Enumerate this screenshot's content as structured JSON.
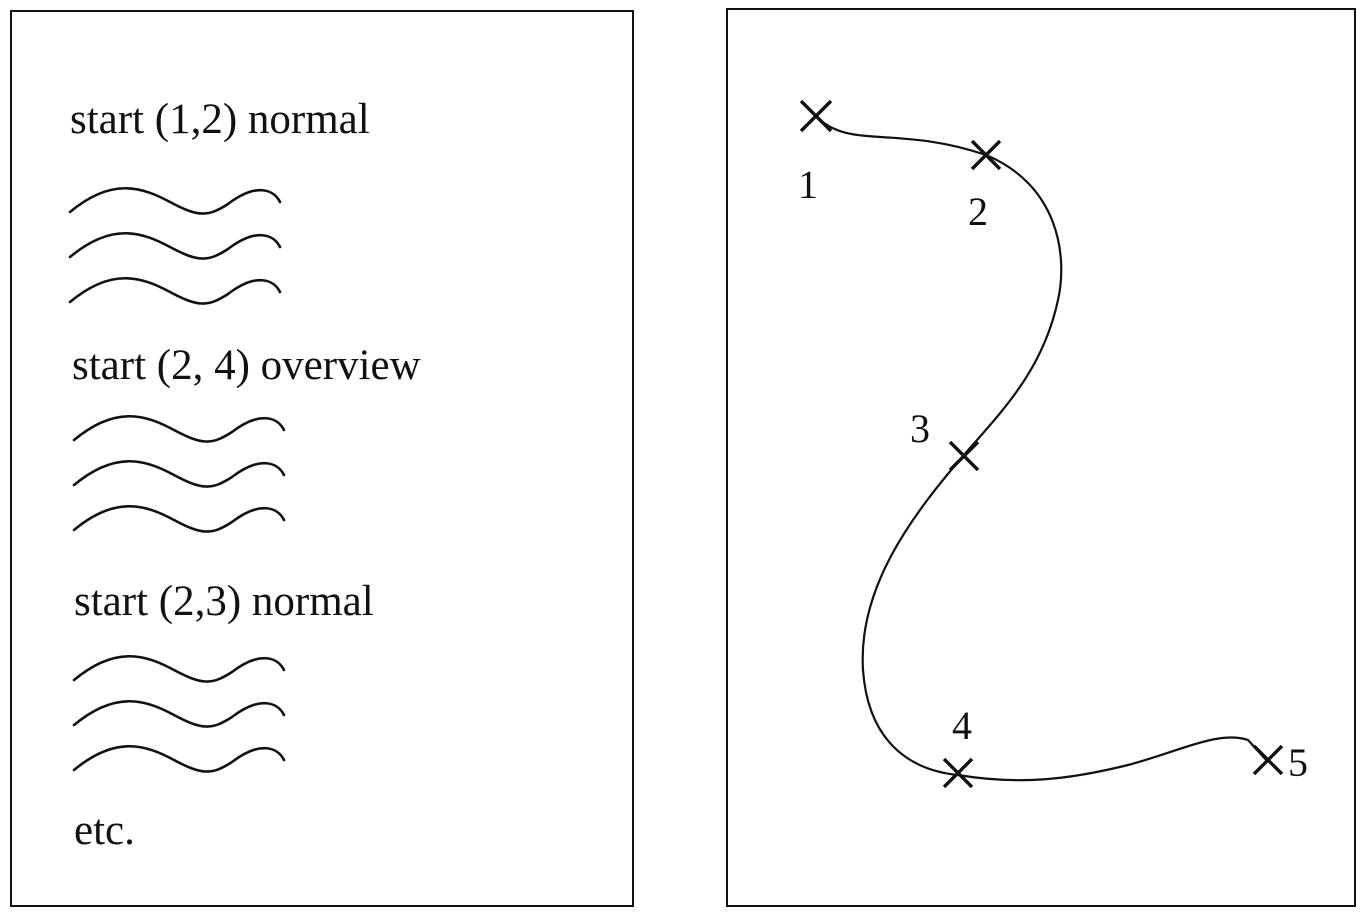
{
  "left_panel": {
    "lines": [
      "start (1,2) normal",
      "start (2, 4) overview",
      "start (2,3) normal",
      "etc."
    ]
  },
  "right_panel": {
    "points": [
      {
        "label": "1"
      },
      {
        "label": "2"
      },
      {
        "label": "3"
      },
      {
        "label": "4"
      },
      {
        "label": "5"
      }
    ]
  }
}
